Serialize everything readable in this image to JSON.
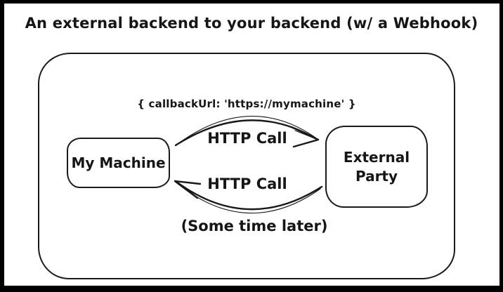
{
  "colors": {
    "ink": "#161616",
    "frame": "#000000",
    "background": "#ffffff"
  },
  "title": "An external backend to your backend (w/ a Webhook)",
  "diagram": {
    "nodes": [
      {
        "id": "my-machine",
        "label": "My Machine"
      },
      {
        "id": "external-party",
        "label": "External Party"
      }
    ],
    "edges": [
      {
        "id": "request",
        "from": "my-machine",
        "to": "external-party",
        "label": "HTTP Call",
        "annotation": "{ callbackUrl: 'https://mymachine' }"
      },
      {
        "id": "callback",
        "from": "external-party",
        "to": "my-machine",
        "label": "HTTP Call",
        "note": "(Some time later)"
      }
    ]
  }
}
